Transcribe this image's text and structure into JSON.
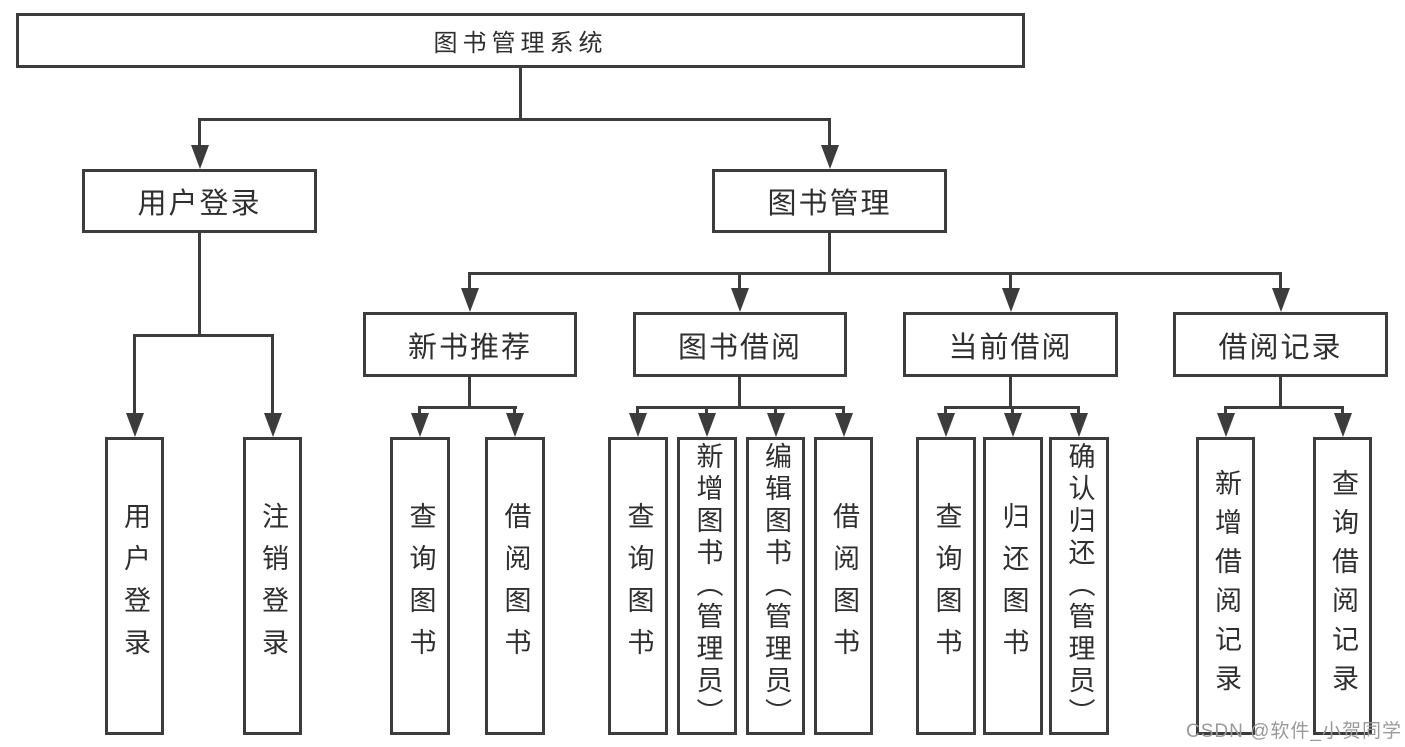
{
  "diagram": {
    "root": {
      "label": "图书管理系统"
    },
    "level2": [
      {
        "id": "user-login",
        "label": "用户登录"
      },
      {
        "id": "book-management",
        "label": "图书管理"
      }
    ],
    "level3": [
      {
        "id": "new-book-recommend",
        "label": "新书推荐"
      },
      {
        "id": "book-borrow",
        "label": "图书借阅"
      },
      {
        "id": "current-borrow",
        "label": "当前借阅"
      },
      {
        "id": "borrow-records",
        "label": "借阅记录"
      }
    ],
    "leaves": {
      "user": [
        "用户登录",
        "注销登录"
      ],
      "recommend": [
        "查询图书",
        "借阅图书"
      ],
      "borrow": [
        "查询图书",
        "新增图书（管理员）",
        "编辑图书（管理员）",
        "借阅图书"
      ],
      "current": [
        "查询图书",
        "归还图书",
        "确认归还（管理员）"
      ],
      "records": [
        "新增借阅记录",
        "查询借阅记录"
      ]
    }
  },
  "watermark": {
    "text": "CSDN @软件_小贺同学"
  },
  "colors": {
    "line": "#3c3c3c",
    "text": "#2f2f2f",
    "watermark": "#9a9a9a",
    "background": "#ffffff"
  }
}
